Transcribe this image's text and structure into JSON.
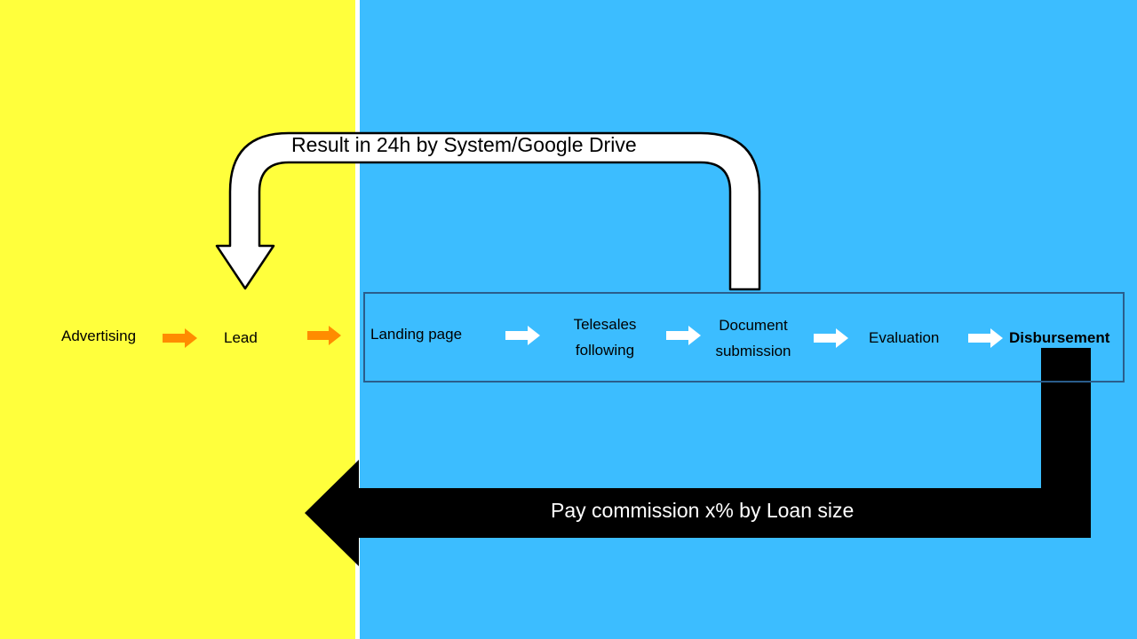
{
  "colors": {
    "left_panel": "#ffff3c",
    "right_panel": "#3cbdff",
    "orange_arrow": "#ff8c00",
    "white_arrow": "#ffffff",
    "black_arrow": "#000000"
  },
  "flow": {
    "advertising": "Advertising",
    "lead": "Lead",
    "landing_page": "Landing page",
    "telesales_line1": "Telesales",
    "telesales_line2": "following",
    "document_line1": "Document",
    "document_line2": "submission",
    "evaluation": "Evaluation",
    "disbursement": "Disbursement"
  },
  "callouts": {
    "feedback": "Result in 24h by System/Google Drive",
    "commission": "Pay commission x% by Loan size"
  }
}
